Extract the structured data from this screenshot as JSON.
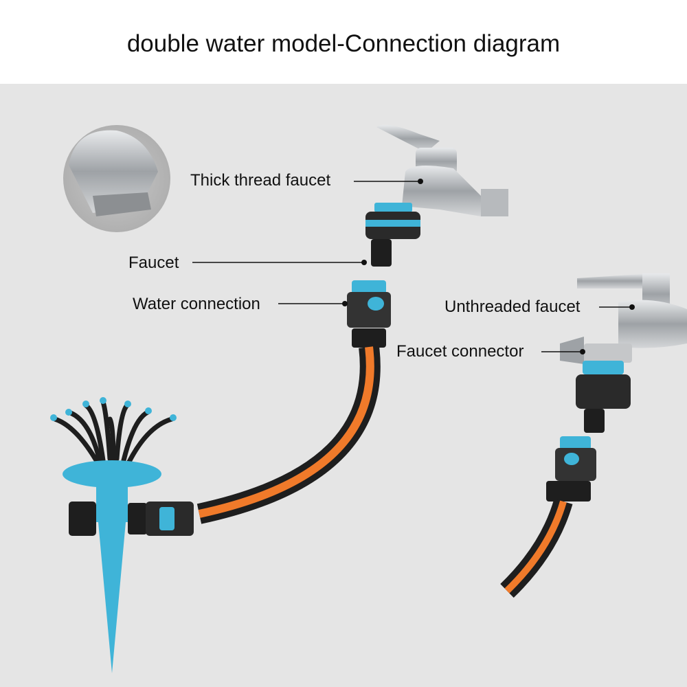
{
  "title": "double water model-Connection diagram",
  "labels": {
    "thick_thread_faucet": "Thick thread faucet",
    "faucet": "Faucet",
    "water_connection": "Water connection",
    "unthreaded_faucet": "Unthreaded faucet",
    "faucet_connector": "Faucet connector"
  },
  "colors": {
    "blue": "#3fb4d8",
    "orange": "#f07a2a",
    "black": "#1e1e1e",
    "steel": "#b9bcbf",
    "background": "#e5e5e5"
  }
}
